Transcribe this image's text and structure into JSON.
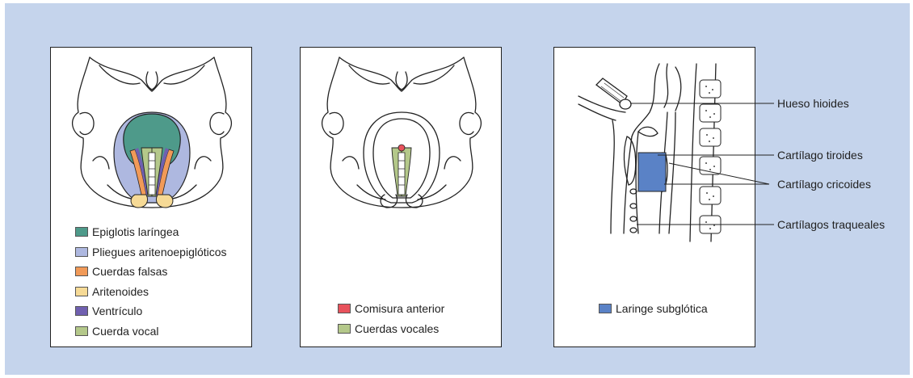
{
  "colors": {
    "background": "#c5d4ec",
    "epiglottis": "#4e9a8a",
    "aryepiglottic": "#aeb8e0",
    "false_cords": "#f19a58",
    "arytenoids": "#f6da96",
    "ventricle": "#7060b0",
    "vocal_cord": "#b4c88a",
    "anterior_commissure": "#e8525c",
    "subglottic": "#5a82c6"
  },
  "panel1": {
    "legend": [
      {
        "label": "Epiglotis laríngea",
        "color": "#4e9a8a"
      },
      {
        "label": "Pliegues aritenoepiglóticos",
        "color": "#aeb8e0"
      },
      {
        "label": "Cuerdas falsas",
        "color": "#f19a58"
      },
      {
        "label": "Aritenoides",
        "color": "#f6da96"
      },
      {
        "label": "Ventrículo",
        "color": "#7060b0"
      },
      {
        "label": "Cuerda vocal",
        "color": "#b4c88a"
      }
    ]
  },
  "panel2": {
    "legend": [
      {
        "label": "Comisura anterior",
        "color": "#e8525c"
      },
      {
        "label": "Cuerdas vocales",
        "color": "#b4c88a"
      }
    ]
  },
  "panel3": {
    "legend": [
      {
        "label": "Laringe subglótica",
        "color": "#5a82c6"
      }
    ],
    "callouts": {
      "hyoid": "Hueso hioides",
      "thyroid": "Cartílago tiroides",
      "cricoid": "Cartílago cricoides",
      "tracheal": "Cartílagos traqueales"
    }
  }
}
